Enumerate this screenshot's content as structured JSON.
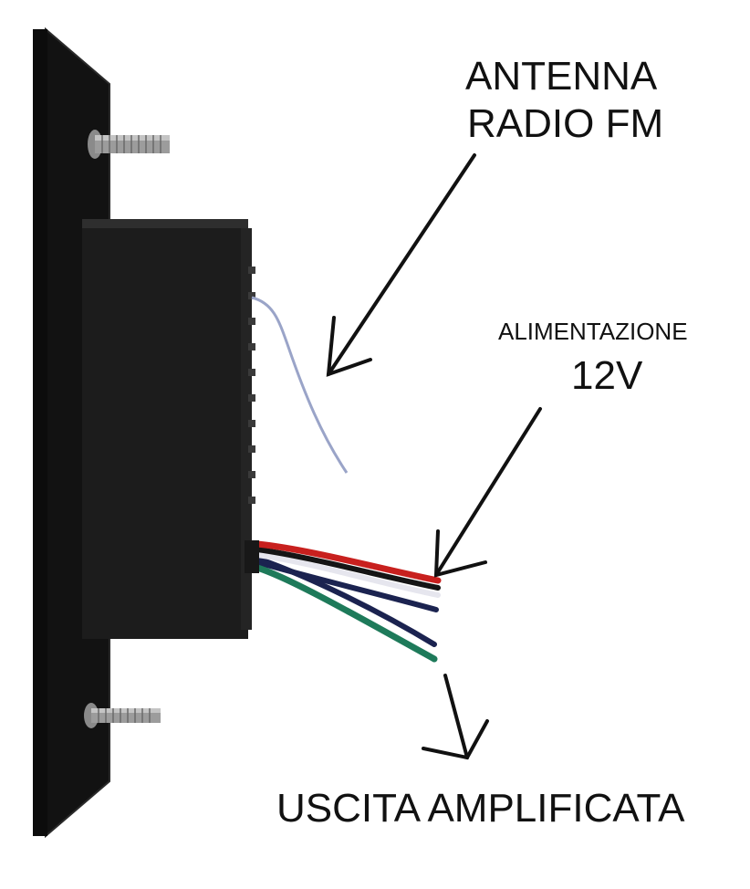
{
  "labels": {
    "antenna_line1": "ANTENNA",
    "antenna_line2": "RADIO FM",
    "power_line1": "ALIMENTAZIONE",
    "power_line2": "12V",
    "output": "USCITA AMPLIFICATA"
  },
  "colors": {
    "plate": "#121212",
    "housing": "#1c1c1c",
    "antenna_wire": "#9aa4c8",
    "wire_red": "#c8201e",
    "wire_black": "#151515",
    "wire_white": "#e6e6ee",
    "wire_navy": "#1b2350",
    "wire_green": "#1e7a5a",
    "arrow": "#111111",
    "text": "#111111"
  }
}
